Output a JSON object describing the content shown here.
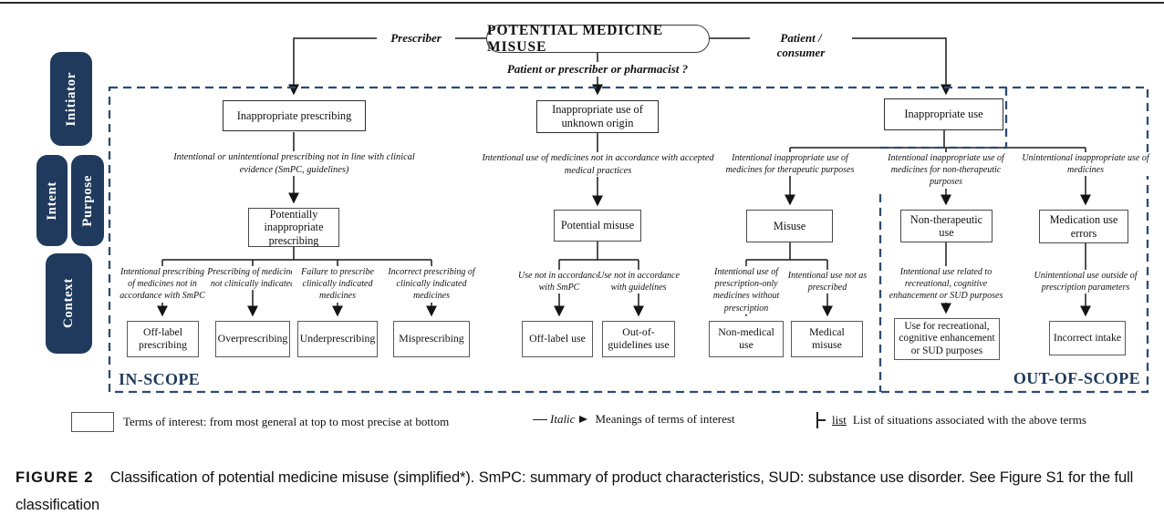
{
  "colors": {
    "navy": "#1f3a5c",
    "dashed_border": "#2d4b72",
    "box_border": "#5a5a5a"
  },
  "root": {
    "title": "POTENTIAL MEDICINE MISUSE",
    "question": "Patient or prescriber or pharmacist ?",
    "left_branch": "Prescriber",
    "right_branch": "Patient / consumer"
  },
  "sidebar": {
    "items": [
      {
        "label": "Initiator"
      },
      {
        "label": "Intent"
      },
      {
        "label": "Purpose"
      },
      {
        "label": "Context"
      }
    ]
  },
  "scope": {
    "in_label": "IN-SCOPE",
    "out_label": "OUT-OF-SCOPE"
  },
  "level1": [
    {
      "label": "Inappropriate prescribing"
    },
    {
      "label": "Inappropriate use of unknown origin"
    },
    {
      "label": "Inappropriate use"
    }
  ],
  "meanings1": [
    {
      "text": "Intentional or unintentional prescribing not in line with clinical evidence (SmPC, guidelines)"
    },
    {
      "text": "Intentional use of medicines not in accordance with accepted medical practices"
    },
    {
      "text": "Intentional inappropriate use of medicines for therapeutic purposes"
    },
    {
      "text": "Intentional inappropriate use of medicines for non-therapeutic purposes"
    },
    {
      "text": "Unintentional inappropriate use of medicines"
    }
  ],
  "level2": [
    {
      "label": "Potentially inappropriate prescribing"
    },
    {
      "label": "Potential misuse"
    },
    {
      "label": "Misuse"
    },
    {
      "label": "Non-therapeutic use"
    },
    {
      "label": "Medication use errors"
    }
  ],
  "meanings2": [
    {
      "text": "Intentional prescribing of medicines not in accordance with SmPC"
    },
    {
      "text": "Prescribing of medicines not clinically indicated"
    },
    {
      "text": "Failure to prescribe clinically indicated medicines"
    },
    {
      "text": "Incorrect prescribing of clinically indicated medicines"
    },
    {
      "text": "Use not in accordance with SmPC"
    },
    {
      "text": "Use not in accordance with guidelines"
    },
    {
      "text": "Intentional use of prescription-only medicines without prescription"
    },
    {
      "text": "Intentional use not as prescribed"
    },
    {
      "text": "Intentional use related to recreational, cognitive enhancement or SUD purposes"
    },
    {
      "text": "Unintentional use outside of prescription parameters"
    }
  ],
  "level3": [
    {
      "label": "Off-label prescribing"
    },
    {
      "label": "Overprescribing"
    },
    {
      "label": "Underprescribing"
    },
    {
      "label": "Misprescribing"
    },
    {
      "label": "Off-label use"
    },
    {
      "label": "Out-of-guidelines use"
    },
    {
      "label": "Non-medical use"
    },
    {
      "label": "Medical misuse"
    },
    {
      "label": "Use for recreational, cognitive enhancement or SUD purposes"
    },
    {
      "label": "Incorrect intake"
    }
  ],
  "legend": {
    "box_label": "Terms of interest: from most general at top to most precise at bottom",
    "italic_symbol": "Italic",
    "italic_label": "Meanings of terms of interest",
    "list_symbol": "list",
    "list_label": "List of situations associated with the above terms"
  },
  "caption": {
    "tag": "FIGURE 2",
    "text": "Classification of potential medicine misuse (simplified*). SmPC: summary of product characteristics, SUD: substance use disorder. See Figure S1 for the full classification"
  }
}
